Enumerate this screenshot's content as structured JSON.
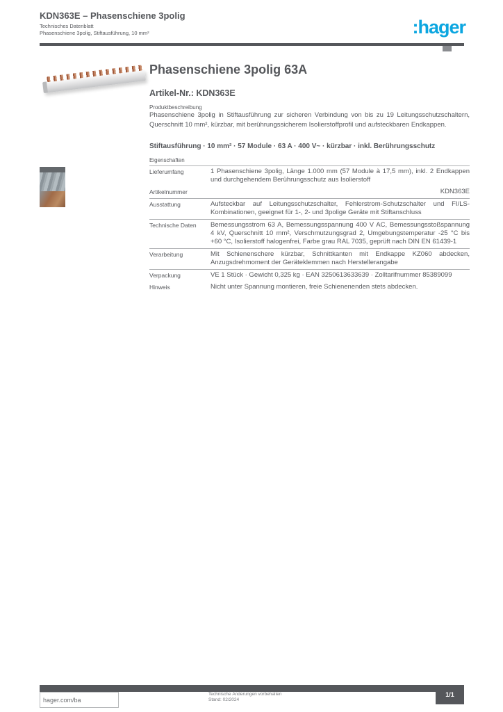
{
  "header": {
    "title": "KDN363E – Phasenschiene 3polig",
    "line1": "Technisches Datenblatt",
    "line2": "Phasenschiene 3polig, Stiftausführung, 10 mm²"
  },
  "logo": {
    "text": ":hager",
    "color": "#0ba6e0"
  },
  "product": {
    "title": "Phasenschiene 3polig 63A",
    "subtitle": "Artikel-Nr.: KDN363E",
    "desc_label": "Produktbeschreibung",
    "description": "Phasenschiene 3polig in Stiftausführung zur sicheren Verbindung von bis zu 19 Leitungsschutzschaltern, Querschnitt 10 mm², kürzbar, mit berührungssicherem Isolierstoffprofil und aufsteckbaren Endkappen.",
    "highlight": "Stiftausführung · 10 mm² · 57 Module · 63 A · 400 V~ · kürzbar · inkl. Berührungsschutz",
    "section_label": "Eigenschaften"
  },
  "specs": {
    "rows": [
      {
        "label": "Lieferumfang",
        "value": "1 Phasenschiene 3polig, Länge 1.000 mm (57 Module à 17,5 mm), inkl. 2 Endkappen und durchgehendem Berührungsschutz aus Isolierstoff"
      },
      {
        "label": "Artikelnummer",
        "value": "KDN363E"
      },
      {
        "label": "Ausstattung",
        "value": "Aufsteckbar auf Leitungsschutzschalter, Fehlerstrom-Schutzschalter und FI/LS-Kombinationen, geeignet für 1-, 2- und 3polige Geräte mit Stiftanschluss"
      },
      {
        "label": "Technische Daten",
        "value": "Bemessungsstrom 63 A, Bemessungsspannung 400 V AC, Bemessungsstoßspannung 4 kV, Querschnitt 10 mm², Verschmutzungsgrad 2, Umgebungstemperatur -25 °C bis +60 °C, Isolierstoff halogenfrei, Farbe grau RAL 7035, geprüft nach DIN EN 61439-1"
      },
      {
        "label": "Verarbeitung",
        "value": "Mit Schienenschere kürzbar, Schnittkanten mit Endkappe KZ060 abdecken, Anzugsdrehmoment der Geräteklemmen nach Herstellerangabe"
      },
      {
        "label": "Verpackung",
        "value": "VE 1 Stück · Gewicht 0,325 kg · EAN 3250613633639 · Zolltarifnummer 85389099"
      },
      {
        "label": "Hinweis",
        "value": "Nicht unter Spannung montieren, freie Schienenenden stets abdecken."
      }
    ]
  },
  "footer": {
    "url": "hager.com/ba",
    "note1": "Technische Änderungen vorbehalten",
    "note2": "Stand: 02/2024",
    "page": "1/1"
  }
}
